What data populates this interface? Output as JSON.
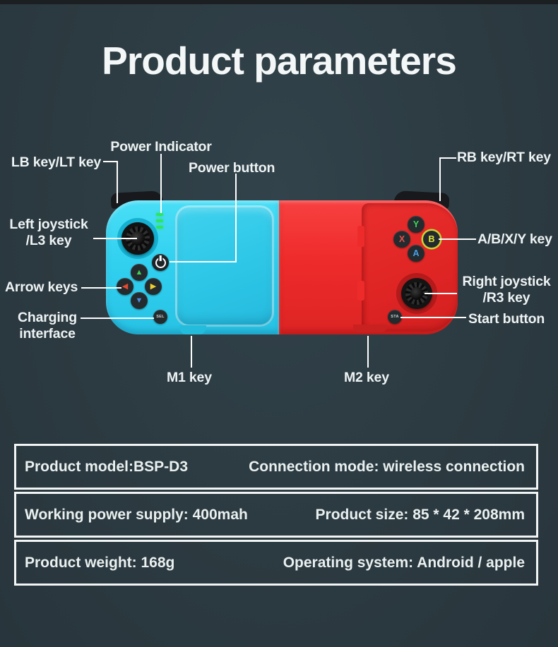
{
  "title": "Product parameters",
  "labels": {
    "power_indicator": "Power Indicator",
    "lb": "LB key/LT key",
    "power_button": "Power button",
    "rb": "RB key/RT key",
    "left_joystick_1": "Left joystick",
    "left_joystick_2": "/L3 key",
    "abxy": "A/B/X/Y key",
    "arrow_keys": "Arrow keys",
    "right_joystick_1": "Right joystick",
    "right_joystick_2": "/R3 key",
    "charging_1": "Charging",
    "charging_2": "interface",
    "start_button": "Start button",
    "m1": "M1 key",
    "m2": "M2 key"
  },
  "controller": {
    "face_buttons": {
      "y": "Y",
      "x": "X",
      "b": "B",
      "a": "A"
    },
    "select_button": "SEL",
    "start_button": "STA",
    "dpad": {
      "up": "▲",
      "left": "◀",
      "right": "▶",
      "down": "▼"
    },
    "icons": [
      "power-icon",
      "led-indicator"
    ],
    "colors": {
      "left_grip": "#32d1f0",
      "right_grip": "#ee2b2b",
      "led": "#2de55f",
      "dpad_up": "#3ed058",
      "dpad_left": "#e24a30",
      "dpad_right": "#eecf2f",
      "dpad_down": "#4a8fe2",
      "y_letter": "#3fd45a",
      "x_letter": "#e85050",
      "b_letter": "#e3e63c",
      "a_letter": "#4aa0e8",
      "background": "#2c3a41"
    }
  },
  "table": {
    "rows": [
      {
        "left": "Product model:BSP-D3",
        "right": "Connection mode: wireless connection"
      },
      {
        "left": "Working power supply: 400mah",
        "right": "Product size: 85 * 42 * 208mm"
      },
      {
        "left": "Product weight: 168g",
        "right": "Operating system: Android / apple"
      }
    ]
  }
}
